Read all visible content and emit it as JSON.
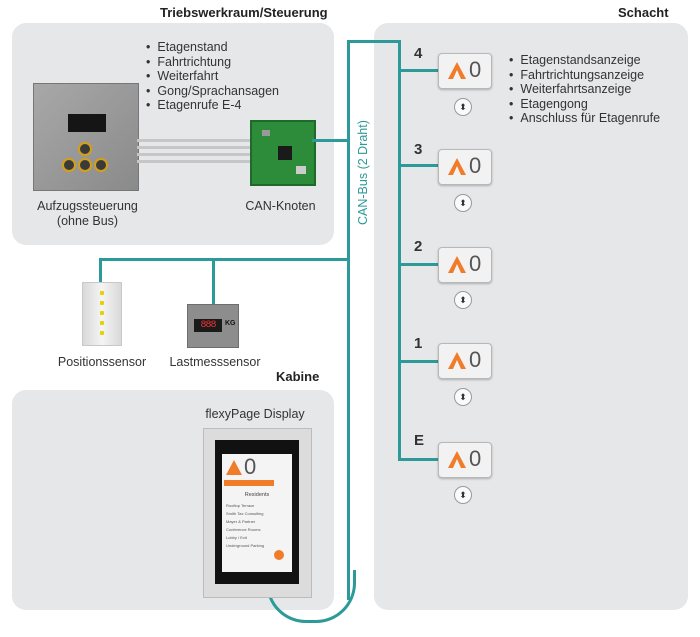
{
  "sections": {
    "machine_room": "Triebswerkraum/Steuerung",
    "shaft": "Schacht",
    "cabin": "Kabine"
  },
  "machine_room_features": [
    "Etagenstand",
    "Fahrtrichtung",
    "Weiterfahrt",
    "Gong/Sprachansagen",
    "Etagenrufe E-4"
  ],
  "shaft_features": [
    "Etagenstandsanzeige",
    "Fahrtrichtungsanzeige",
    "Weiterfahrtsanzeige",
    "Etagengong",
    "Anschluss für Etagenrufe"
  ],
  "labels": {
    "controller_line1": "Aufzugssteuerung",
    "controller_line2": "(ohne Bus)",
    "can_node": "CAN-Knoten",
    "can_bus": "CAN-Bus (2 Draht)",
    "position_sensor": "Positionssensor",
    "load_sensor": "Lastmesssensor",
    "flexypage": "flexyPage Display",
    "load_unit": "KG",
    "load_readout": "888"
  },
  "floors": [
    {
      "label": "4",
      "display_value": "0"
    },
    {
      "label": "3",
      "display_value": "0"
    },
    {
      "label": "2",
      "display_value": "0"
    },
    {
      "label": "1",
      "display_value": "0"
    },
    {
      "label": "E",
      "display_value": "0"
    }
  ],
  "flexypage_screen": {
    "floor_value": "0",
    "list_title": "Residents",
    "list_items": [
      "Rooftop Terrace",
      "Smith Tax Consulting",
      "Mayer & Partner",
      "Conference Rooms",
      "Lobby / Exit",
      "Underground Parking"
    ]
  },
  "colors": {
    "cable": "#2c9a98",
    "accent_orange": "#f07c2a",
    "panel_bg": "#e6e7e9"
  }
}
